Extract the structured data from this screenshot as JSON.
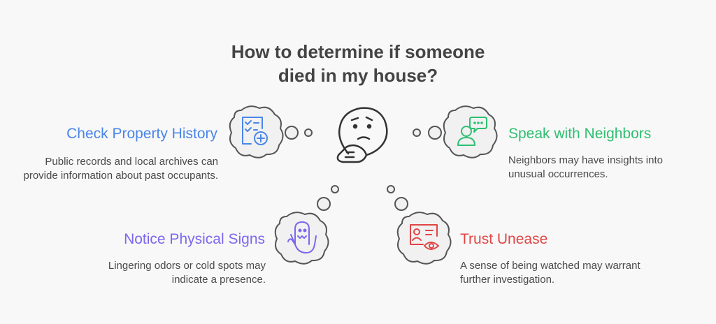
{
  "title": {
    "line1": "How to determine if someone",
    "line2": "died in my house?"
  },
  "colors": {
    "blue": "#4a86e8",
    "green": "#2fbf71",
    "purple": "#7b68ee",
    "red": "#e04646",
    "outline": "#444444",
    "bubble": "#f1f1f1"
  },
  "items": [
    {
      "heading": "Check Property History",
      "description": "Public records and local archives can provide information about past occupants.",
      "icon": "document-check-plus-icon",
      "color": "blue"
    },
    {
      "heading": "Speak with Neighbors",
      "description": "Neighbors may have insights into unusual occurrences.",
      "icon": "person-speech-bubble-icon",
      "color": "green"
    },
    {
      "heading": "Notice Physical Signs",
      "description": "Lingering odors or cold spots may indicate a presence.",
      "icon": "ghost-hand-icon",
      "color": "purple"
    },
    {
      "heading": "Trust Unease",
      "description": "A sense of being watched may warrant further investigation.",
      "icon": "id-card-eye-icon",
      "color": "red"
    }
  ],
  "center_icon": "thinking-face-icon"
}
